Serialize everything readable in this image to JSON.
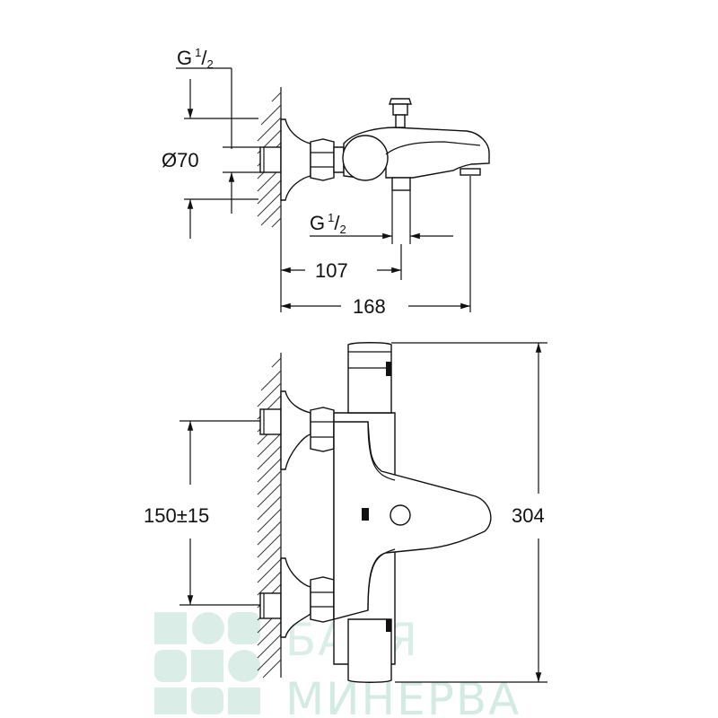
{
  "top_view": {
    "thread_top": {
      "main": "G",
      "sup": "1",
      "sub": "2"
    },
    "diameter": "Ø70",
    "thread_bottom": {
      "main": "G",
      "sup": "1",
      "sub": "2"
    },
    "dim_107": "107",
    "dim_168": "168"
  },
  "front_view": {
    "dim_spacing": "150±15",
    "dim_height": "304"
  },
  "watermark": {
    "line1": "БАНЯ",
    "line2": "МИНЕРВА",
    "color": "#cfe9df"
  }
}
